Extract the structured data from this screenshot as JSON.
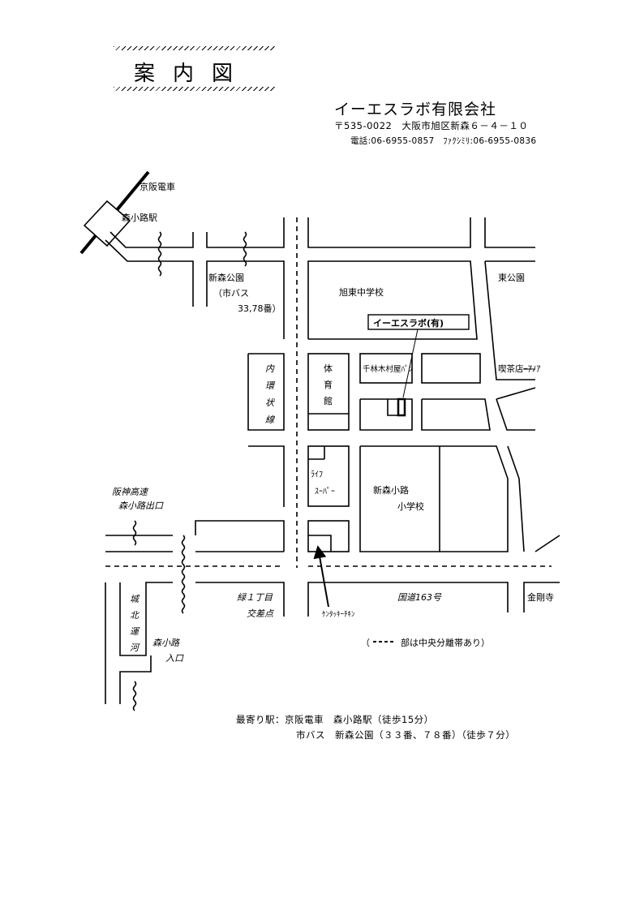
{
  "header": {
    "title": "案内図",
    "company": "イーエスラボ有限会社",
    "address": "〒535-0022　大阪市旭区新森６－４－１０",
    "contact": "電話:06-6955-0857　ﾌｧｸｼﾐﾘ:06-6955-0836"
  },
  "map_labels": {
    "keihan_line": "京阪電車",
    "morishoji_station": "森小路駅",
    "shinmori_park": "新森公園",
    "city_bus": "（市バス",
    "bus_numbers": "33,78番）",
    "asahi_higashi_jhs": "旭東中学校",
    "higashi_park": "東公園",
    "company_box": "イーエスラボ(有)",
    "bakery": "千林木村屋ﾊﾟﾝ",
    "cafe": "喫茶店ｰｱﾉｱ",
    "gym": "体育館",
    "inner_loop": "内環状線",
    "life_super_1": "ﾗｲﾌ",
    "life_super_2": "ｽｰﾊﾟｰ",
    "shinmori_es_1": "新森小路",
    "shinmori_es_2": "小学校",
    "hanshin_expressway": "阪神高速",
    "morishoji_exit": "森小路出口",
    "joho_canal": "城北運河",
    "morishoji_entrance_1": "森小路",
    "morishoji_entrance_2": "入口",
    "midori_intersection_1": "緑１丁目",
    "midori_intersection_2": "交差点",
    "route163": "国道163号",
    "kongoji": "金剛寺",
    "kfc": "ｹﾝﾀｯｷｰﾁｷﾝ",
    "median_note_open": "（",
    "median_note": "部は中央分離帯あり）"
  },
  "footer": {
    "line1": "最寄り駅：京阪電車　森小路駅（徒歩15分）",
    "line2": "市バス　新森公園（３３番、７８番）（徒歩７分）"
  }
}
